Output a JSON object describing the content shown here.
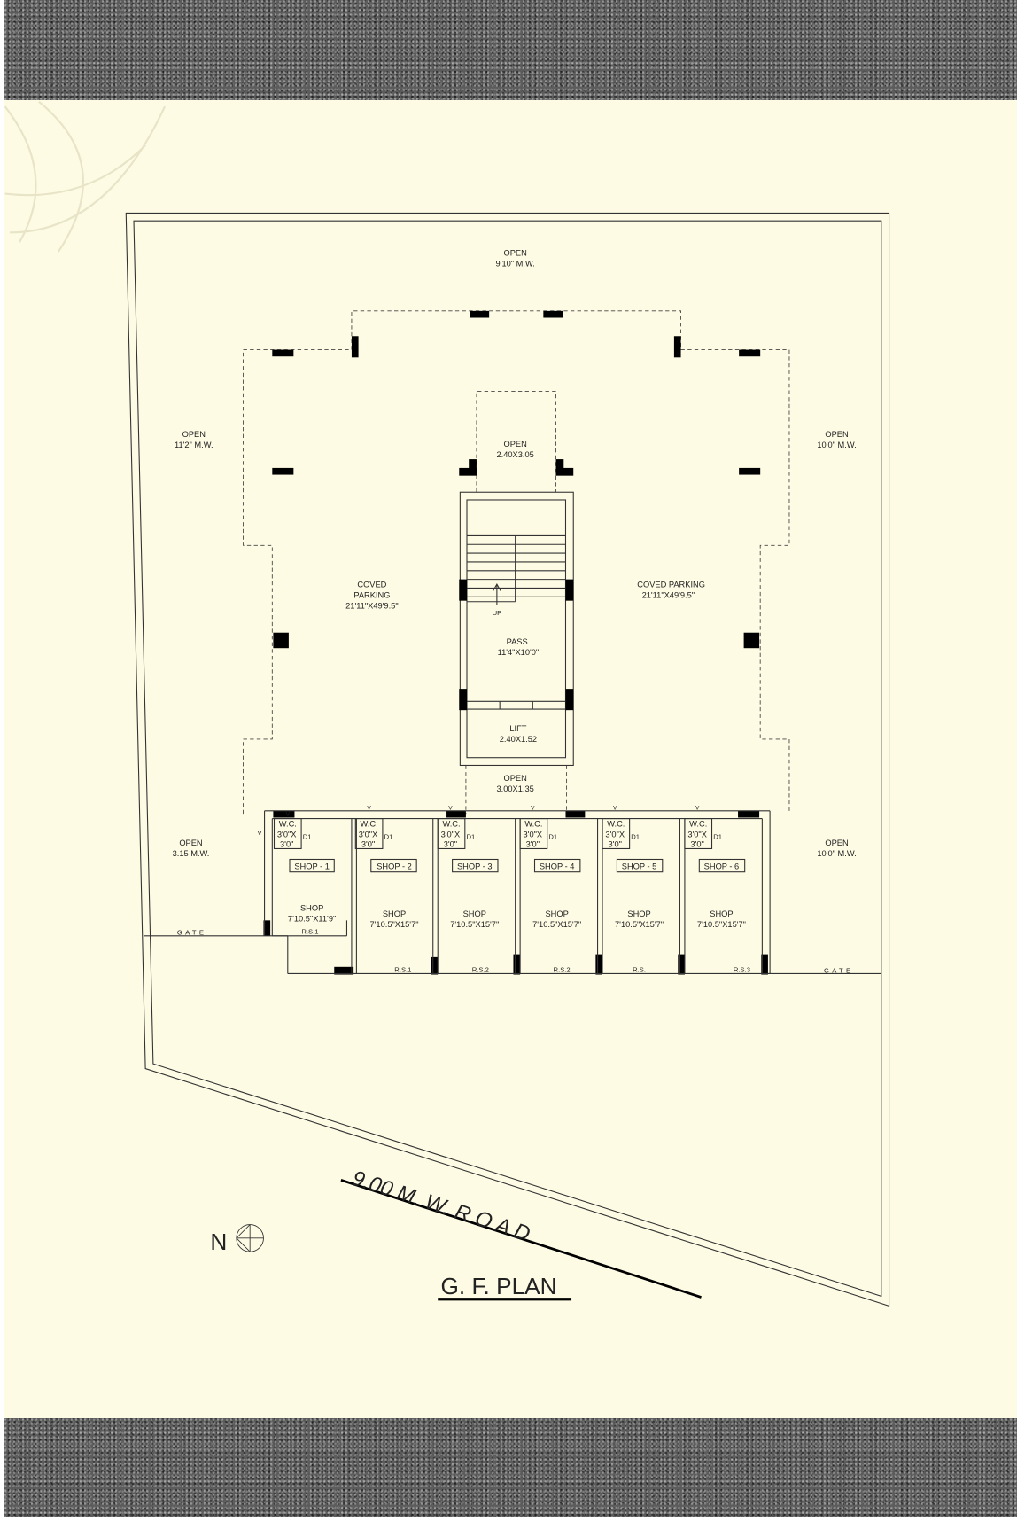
{
  "title": "G. F. PLAN",
  "road": "9.00  M.  W.  R  O  A  D",
  "north": "N",
  "colors": {
    "sheet": "#fefbe4",
    "line": "#333333",
    "column": "#000000",
    "band": "#5c5c5c"
  },
  "open_spaces": {
    "top": {
      "label": "OPEN",
      "size": "9'10\" M.W."
    },
    "left": {
      "label": "OPEN",
      "size": "11'2\" M.W."
    },
    "right": {
      "label": "OPEN",
      "size": "10'0\" M.W."
    },
    "left_front": {
      "label": "OPEN",
      "size": "3.15 M.W."
    },
    "right_front": {
      "label": "OPEN",
      "size": "10'0\" M.W."
    },
    "shaft": {
      "label": "OPEN",
      "size": "2.40X3.05"
    },
    "lift_front": {
      "label": "OPEN",
      "size": "3.00X1.35"
    }
  },
  "parking_left": {
    "l1": "COVED",
    "l2": "PARKING",
    "size": "21'11\"X49'9.5\""
  },
  "parking_right": {
    "l1": "COVED PARKING",
    "size": "21'11\"X49'9.5\""
  },
  "pass": {
    "label": "PASS.",
    "size": "11'4\"X10'0\""
  },
  "lift": {
    "label": "LIFT",
    "size": "2.40X1.52"
  },
  "stair_up": "UP",
  "gate": "GATE",
  "wc": {
    "label": "W.C.",
    "size1": "3'0\"X",
    "size2": "3'0\"",
    "door": "D1",
    "vent": "V"
  },
  "shops": [
    {
      "tag": "SHOP - 1",
      "label": "SHOP",
      "size": "7'10.5\"X11'9\"",
      "rs": "R.S.1"
    },
    {
      "tag": "SHOP - 2",
      "label": "SHOP",
      "size": "7'10.5\"X15'7\"",
      "rs": "R.S.1"
    },
    {
      "tag": "SHOP - 3",
      "label": "SHOP",
      "size": "7'10.5\"X15'7\"",
      "rs": "R.S.2"
    },
    {
      "tag": "SHOP - 4",
      "label": "SHOP",
      "size": "7'10.5\"X15'7\"",
      "rs": "R.S.2"
    },
    {
      "tag": "SHOP - 5",
      "label": "SHOP",
      "size": "7'10.5\"X15'7\"",
      "rs": "R.S."
    },
    {
      "tag": "SHOP - 6",
      "label": "SHOP",
      "size": "7'10.5\"X15'7\"",
      "rs": "R.S.3"
    }
  ]
}
